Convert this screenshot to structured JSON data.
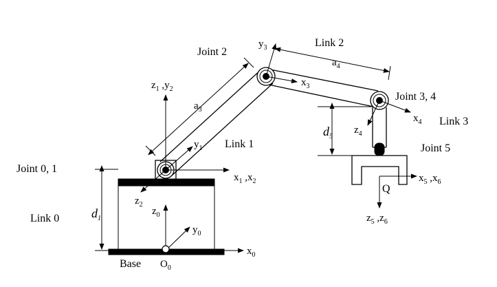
{
  "labels": {
    "joint_2": "Joint 2",
    "joint_01": "Joint 0, 1",
    "joint_34": "Joint 3, 4",
    "joint_5": "Joint 5",
    "link_0": "Link 0",
    "link_1": "Link 1",
    "link_2": "Link 2",
    "link_3": "Link 3",
    "base": "Base",
    "q": "Q"
  },
  "dims": {
    "a3": {
      "base": "a",
      "sub": "3"
    },
    "a4": {
      "base": "a",
      "sub": "4"
    },
    "d1": {
      "base": "d",
      "sub": "1"
    },
    "d5": {
      "base": "d",
      "sub": "5"
    }
  },
  "axes": {
    "z1y2": {
      "b1": "z",
      "s1": "1",
      "sep": " ,",
      "b2": "y",
      "s2": "2"
    },
    "y3": {
      "base": "y",
      "sub": "3"
    },
    "x3": {
      "base": "x",
      "sub": "3"
    },
    "y1": {
      "base": "y",
      "sub": "1"
    },
    "x1x2": {
      "b1": "x",
      "s1": "1",
      "sep": " ,",
      "b2": "x",
      "s2": "2"
    },
    "z2": {
      "base": "z",
      "sub": "2"
    },
    "z0": {
      "base": "z",
      "sub": "0"
    },
    "y0": {
      "base": "y",
      "sub": "0"
    },
    "x0": {
      "base": "x",
      "sub": "0"
    },
    "o0": {
      "base": "O",
      "sub": "0"
    },
    "x4": {
      "base": "x",
      "sub": "4"
    },
    "z4": {
      "base": "z",
      "sub": "4"
    },
    "x5x6": {
      "b1": "x",
      "s1": "5",
      "sep": " ,",
      "b2": "x",
      "s2": "6"
    },
    "z5z6": {
      "b1": "z",
      "s1": "5",
      "sep": " ,",
      "b2": "z",
      "s2": "6"
    }
  }
}
